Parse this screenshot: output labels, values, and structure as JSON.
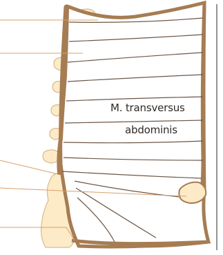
{
  "diagram": {
    "label_line1": "M. transversus",
    "label_line2": "abdominis",
    "colors": {
      "background": "#ffffff",
      "muscle_fill": "#ffffff",
      "muscle_border": "#a67c52",
      "fascia_fill": "#fdebc8",
      "fascia_stroke": "#d8b98c",
      "fiber_line": "#6b5647",
      "leader_line": "#d9a06a",
      "frame_line": "#2a2a2a"
    },
    "icons": [
      "transverse-abdominis-muscle-illustration"
    ]
  }
}
